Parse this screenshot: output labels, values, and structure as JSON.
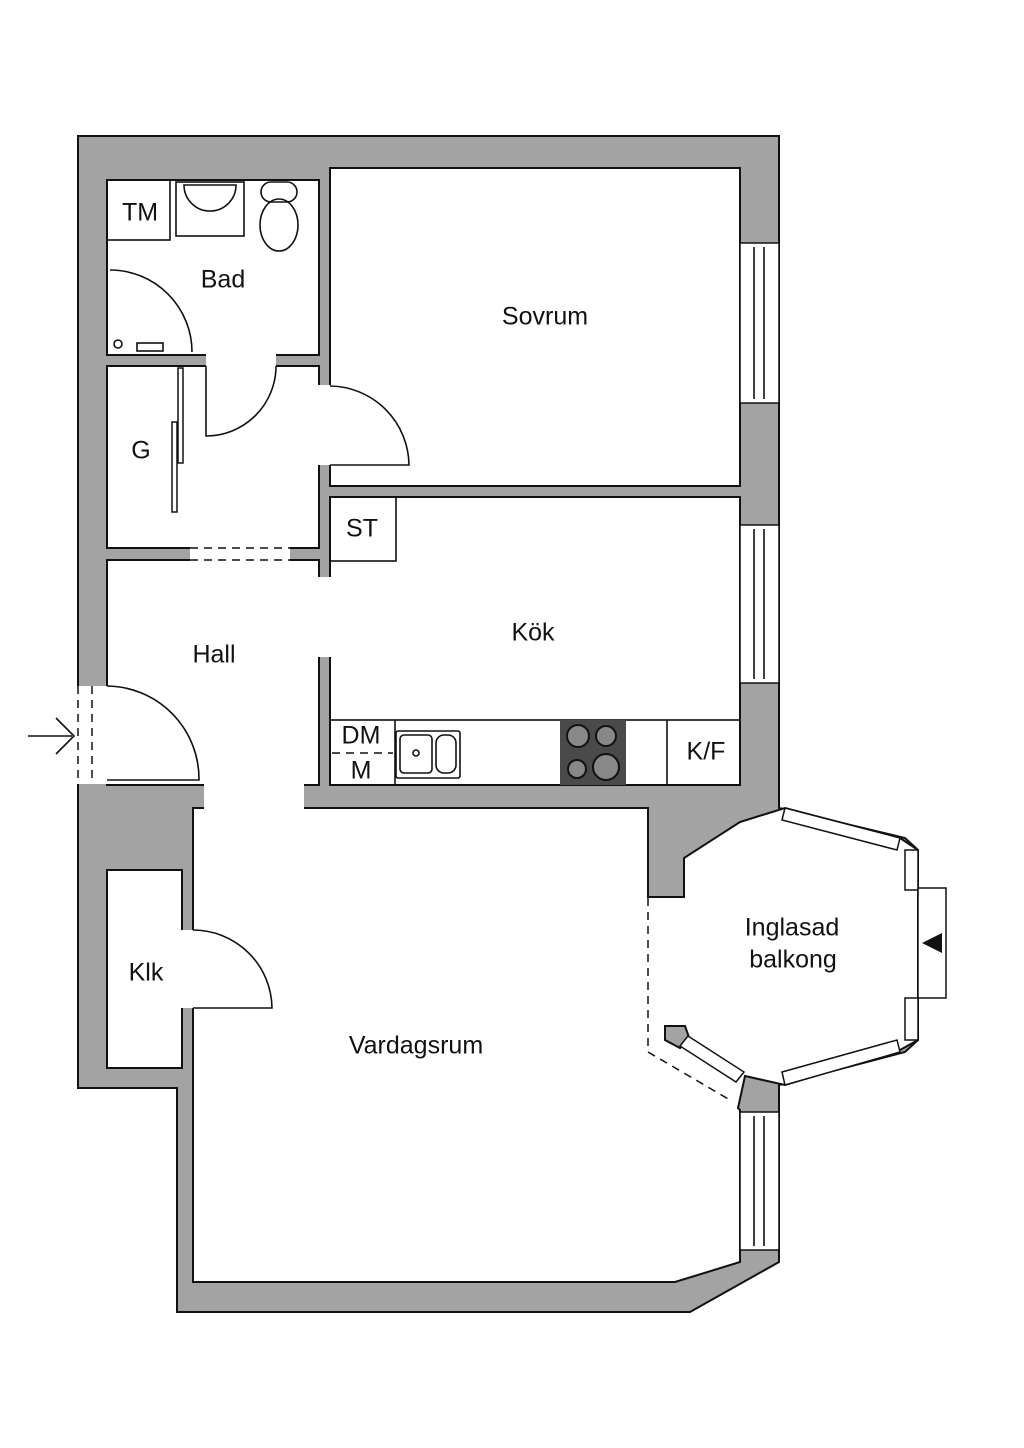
{
  "rooms": {
    "tm": "TM",
    "bad": "Bad",
    "sovrum": "Sovrum",
    "g": "G",
    "st": "ST",
    "kok": "Kök",
    "hall": "Hall",
    "dm": "DM",
    "m": "M",
    "kf": "K/F",
    "balcony_line1": "Inglasad",
    "balcony_line2": "balkong",
    "klk": "Klk",
    "vardagsrum": "Vardagsrum"
  },
  "colors": {
    "wall": "#a3a3a3",
    "stove": "#4a4a4a",
    "line": "#111111"
  }
}
